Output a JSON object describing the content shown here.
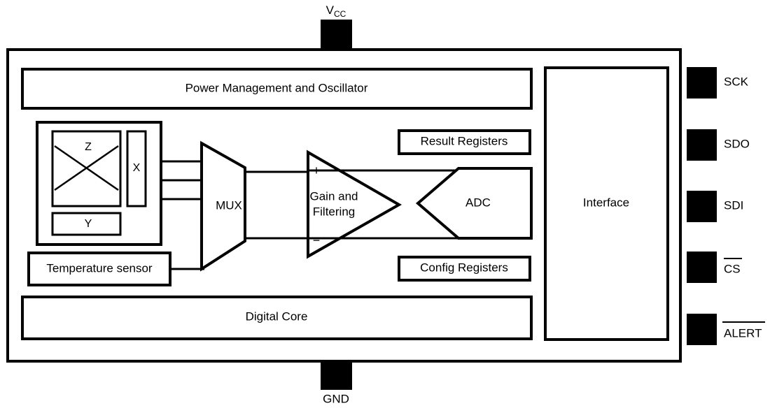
{
  "diagram": {
    "title": "Sensor IC Functional Block Diagram",
    "line_color": "#000000",
    "pad_color": "#000000",
    "background": "#ffffff"
  },
  "power_pins": {
    "vcc": {
      "label": "V",
      "subscript": "CC",
      "position": "top"
    },
    "gnd": {
      "label": "GND",
      "position": "bottom"
    }
  },
  "interface_pins": [
    {
      "label": "SCK",
      "active_low": false
    },
    {
      "label": "SDO",
      "active_low": false
    },
    {
      "label": "SDI",
      "active_low": false
    },
    {
      "label": "CS",
      "active_low": true
    },
    {
      "label": "ALERT",
      "active_low": true
    }
  ],
  "blocks": {
    "power_management": "Power Management and Oscillator",
    "digital_core": "Digital Core",
    "interface": "Interface",
    "result_registers": "Result Registers",
    "config_registers": "Config Registers",
    "temperature_sensor": "Temperature sensor",
    "mux": "MUX",
    "amplifier_line1": "Gain and",
    "amplifier_line2": "Filtering",
    "amplifier_plus": "+",
    "amplifier_minus": "−",
    "adc": "ADC"
  },
  "sensor_axes": {
    "z": "Z",
    "x": "X",
    "y": "Y"
  }
}
